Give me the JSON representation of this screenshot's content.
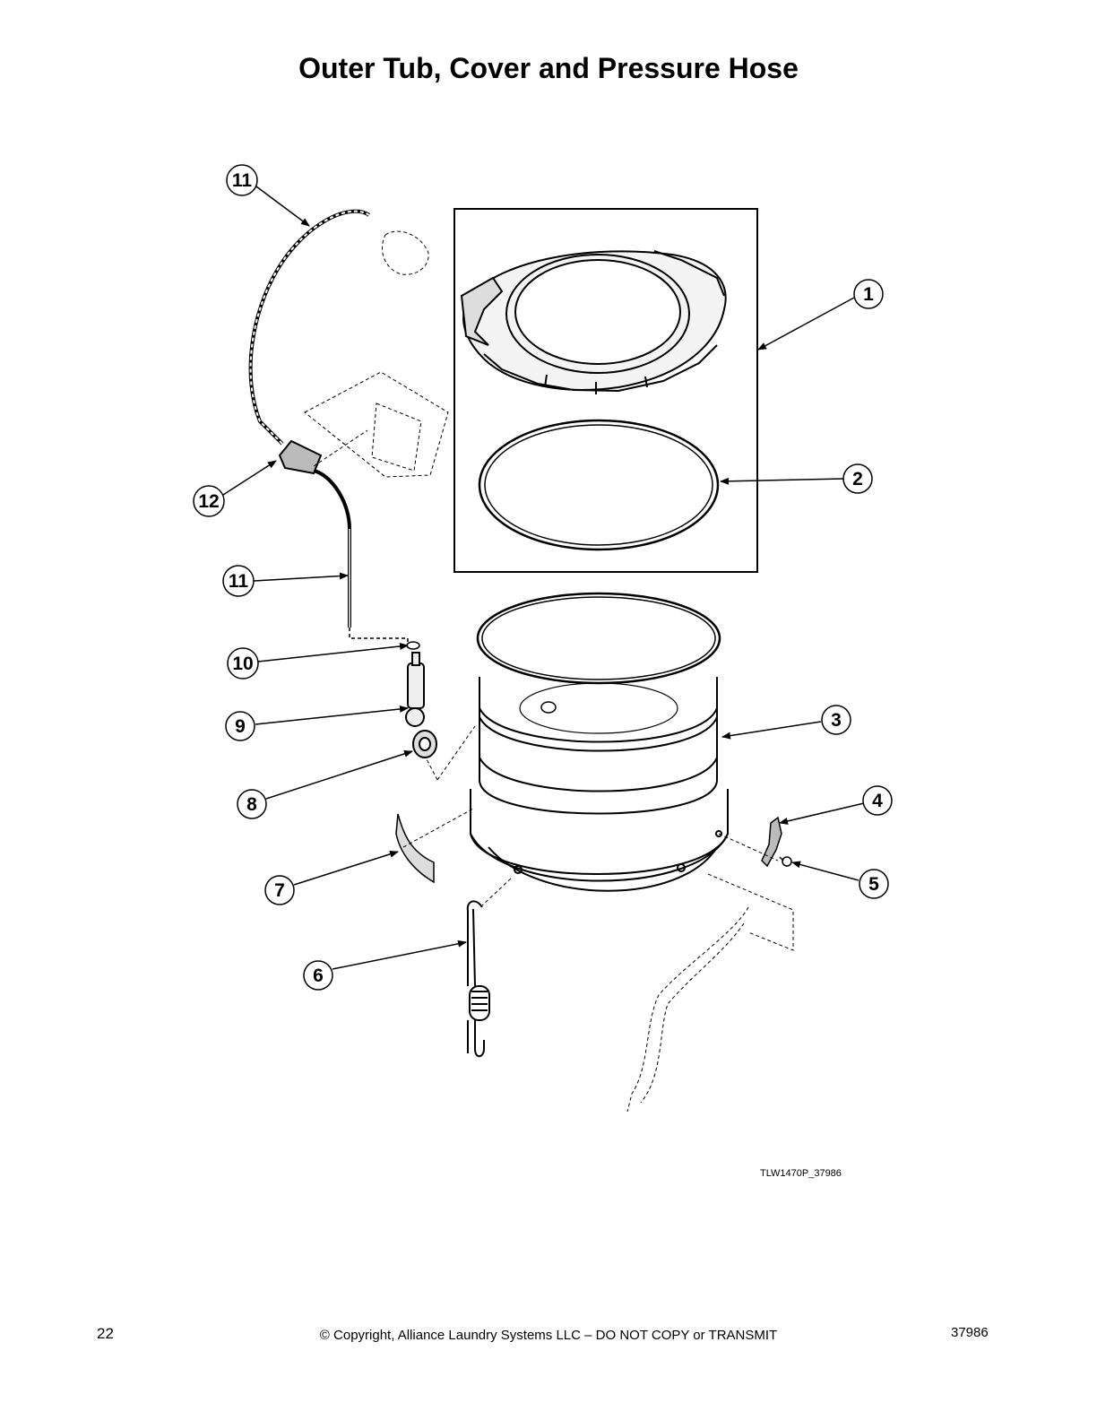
{
  "page": {
    "title": "Outer Tub, Cover and Pressure Hose",
    "drawing_ref": "TLW1470P_37986",
    "page_number": "22",
    "copyright": "© Copyright, Alliance Laundry Systems LLC – DO NOT COPY or TRANSMIT",
    "doc_number": "37986"
  },
  "callouts": {
    "c1": "1",
    "c2": "2",
    "c3": "3",
    "c4": "4",
    "c5": "5",
    "c6": "6",
    "c7": "7",
    "c8": "8",
    "c9": "9",
    "c10": "10",
    "c11a": "11",
    "c11b": "11",
    "c12": "12"
  }
}
